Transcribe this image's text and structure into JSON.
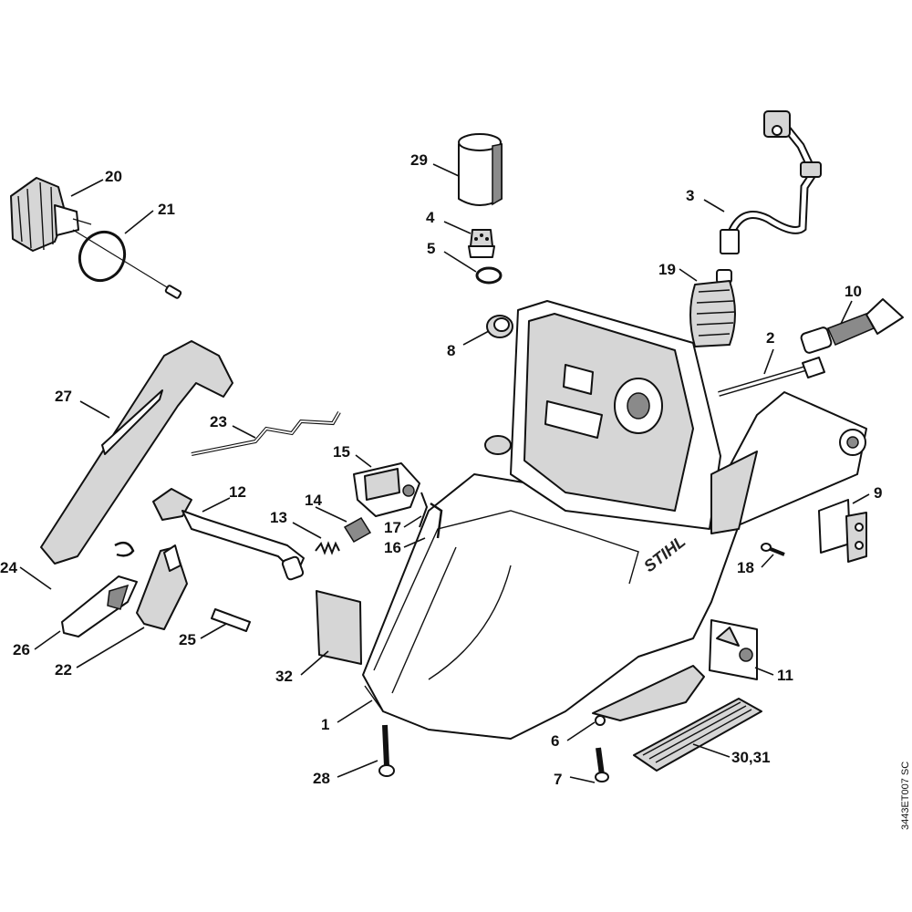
{
  "diagram": {
    "reference_code": "3443ET007 SC",
    "brand_mark": "STIHL",
    "callouts": [
      {
        "id": "p1",
        "label": "1"
      },
      {
        "id": "p2",
        "label": "2"
      },
      {
        "id": "p3",
        "label": "3"
      },
      {
        "id": "p4",
        "label": "4"
      },
      {
        "id": "p5",
        "label": "5"
      },
      {
        "id": "p6",
        "label": "6"
      },
      {
        "id": "p7",
        "label": "7"
      },
      {
        "id": "p8",
        "label": "8"
      },
      {
        "id": "p9",
        "label": "9"
      },
      {
        "id": "p10",
        "label": "10"
      },
      {
        "id": "p11",
        "label": "11"
      },
      {
        "id": "p12",
        "label": "12"
      },
      {
        "id": "p13",
        "label": "13"
      },
      {
        "id": "p14",
        "label": "14"
      },
      {
        "id": "p15",
        "label": "15"
      },
      {
        "id": "p16",
        "label": "16"
      },
      {
        "id": "p17",
        "label": "17"
      },
      {
        "id": "p18",
        "label": "18"
      },
      {
        "id": "p19",
        "label": "19"
      },
      {
        "id": "p20",
        "label": "20"
      },
      {
        "id": "p21",
        "label": "21"
      },
      {
        "id": "p22",
        "label": "22"
      },
      {
        "id": "p23",
        "label": "23"
      },
      {
        "id": "p24",
        "label": "24"
      },
      {
        "id": "p25",
        "label": "25"
      },
      {
        "id": "p26",
        "label": "26"
      },
      {
        "id": "p27",
        "label": "27"
      },
      {
        "id": "p28",
        "label": "28"
      },
      {
        "id": "p29",
        "label": "29"
      },
      {
        "id": "p30",
        "label": "30,31"
      },
      {
        "id": "p32",
        "label": "32"
      }
    ]
  }
}
